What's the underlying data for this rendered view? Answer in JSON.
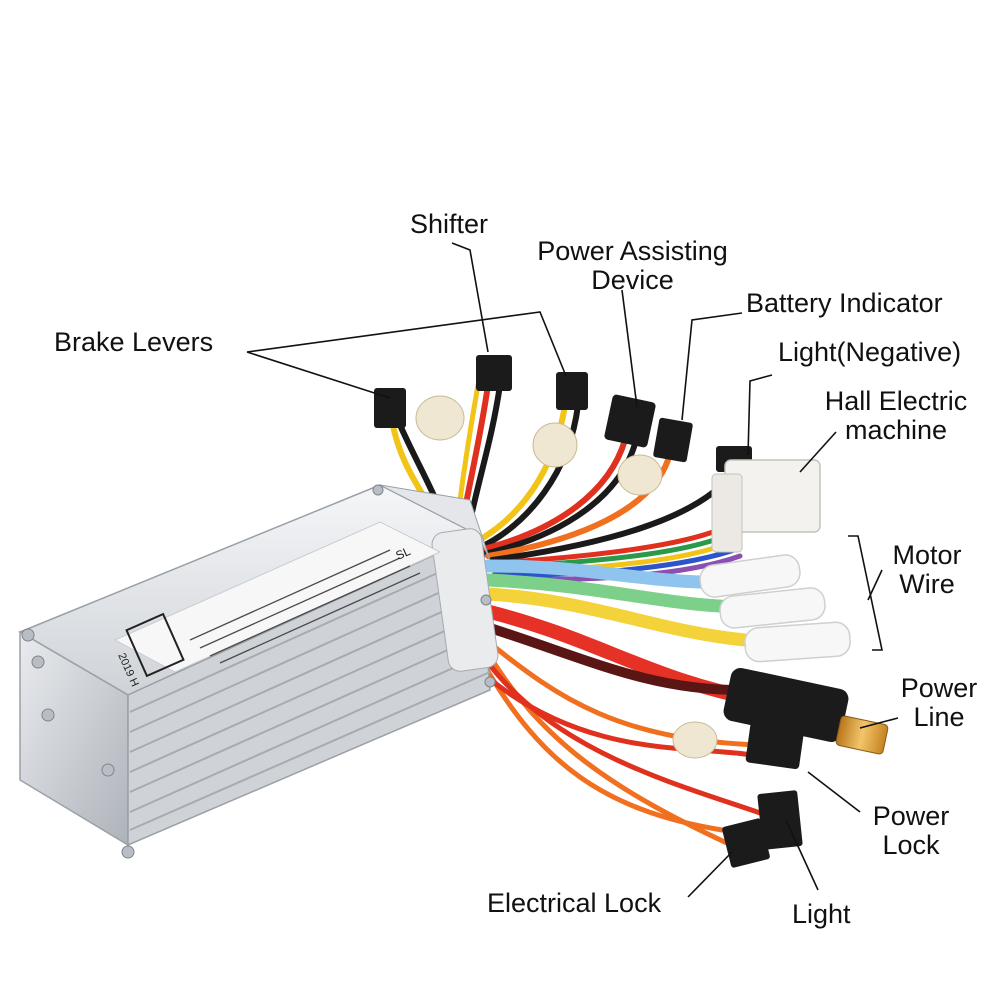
{
  "labels": {
    "shifter": "Shifter",
    "power_assisting_1": "Power Assisting",
    "power_assisting_2": "Device",
    "battery_indicator": "Battery Indicator",
    "brake_levers": "Brake Levers",
    "light_negative": "Light(Negative)",
    "hall_1": "Hall Electric",
    "hall_2": "machine",
    "motor_1": "Motor",
    "motor_2": "Wire",
    "power_line_1": "Power",
    "power_line_2": "Line",
    "power_lock_1": "Power",
    "power_lock_2": "Lock",
    "electrical_lock": "Electrical Lock",
    "light": "Light"
  },
  "label_text_strings": {
    "controller_brand_mark": "SL",
    "controller_part_code": "2019 H"
  },
  "colors": {
    "housing": "#dcdfe3",
    "wire_black": "#1a1a1a",
    "wire_red": "#e0301e",
    "wire_orange": "#f07020",
    "wire_yellow": "#f2c418",
    "wire_blue": "#8fc4ee",
    "wire_green": "#2a9a4a",
    "wire_purple": "#8a4fb0",
    "connector": "#1b1b1b",
    "hall_block": "#f4f2ef"
  }
}
